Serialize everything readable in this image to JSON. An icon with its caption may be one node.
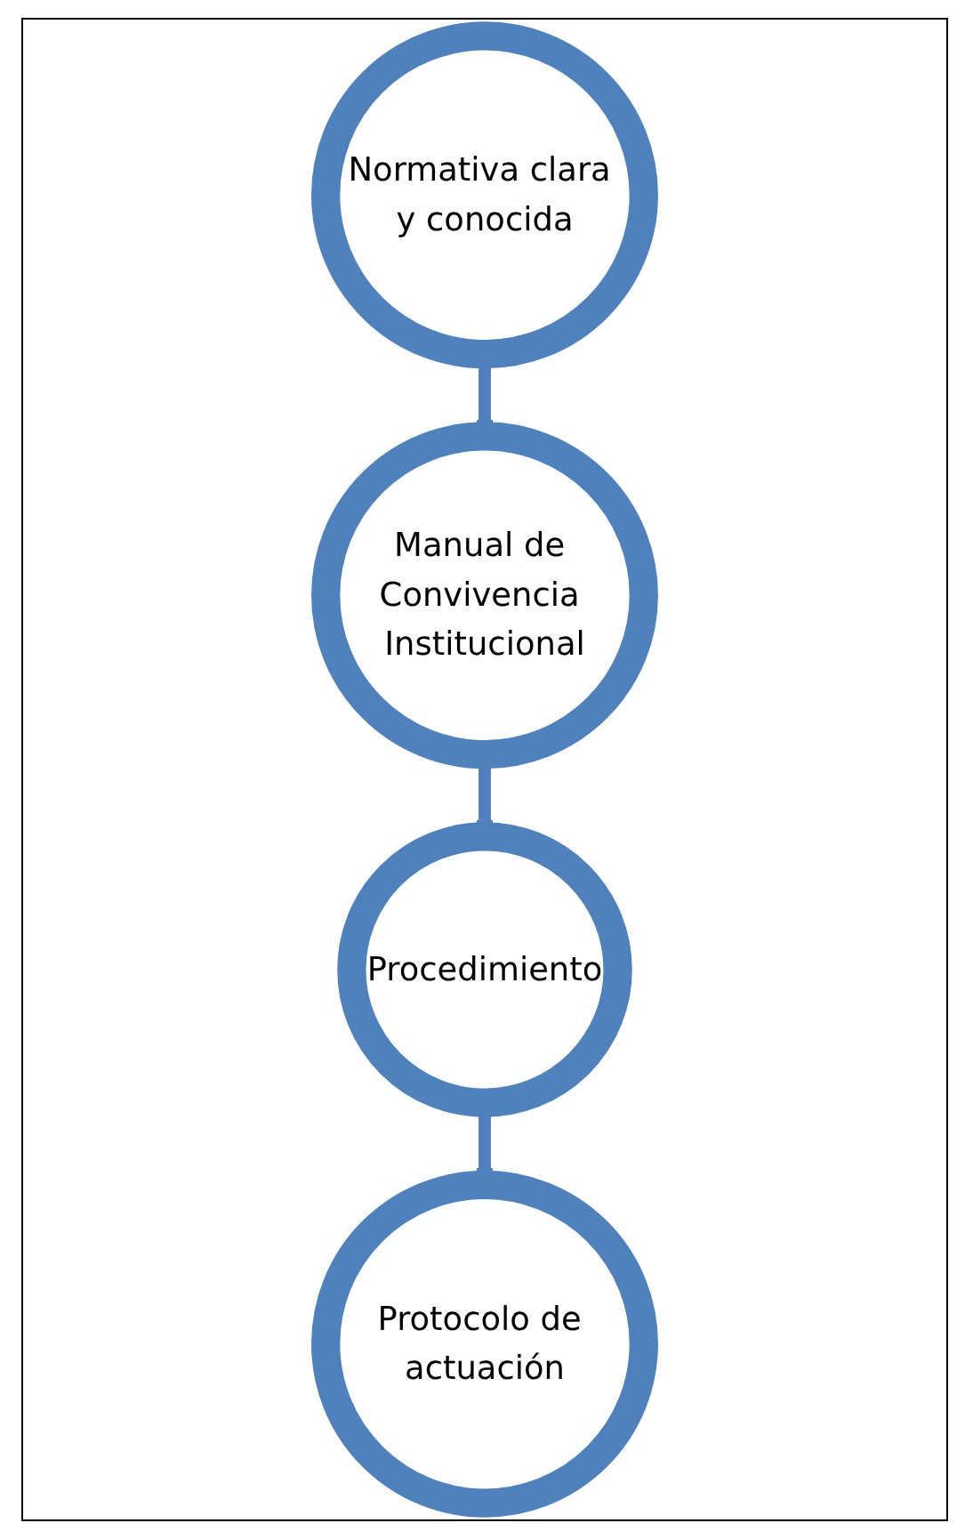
{
  "diagram": {
    "nodes": [
      {
        "text": [
          "Normativa clara y conocida"
        ]
      },
      {
        "text": [
          "Manual de Convivencia Institucional"
        ]
      },
      {
        "text": [
          "Procedimiento"
        ]
      },
      {
        "text": [
          "Protocolo de actuación"
        ]
      }
    ],
    "edges": [
      {
        "from": 0,
        "to": 1,
        "arrow": "to"
      },
      {
        "from": 1,
        "to": 2,
        "arrow": "to"
      },
      {
        "from": 2,
        "to": 3,
        "arrow": "to"
      }
    ]
  }
}
